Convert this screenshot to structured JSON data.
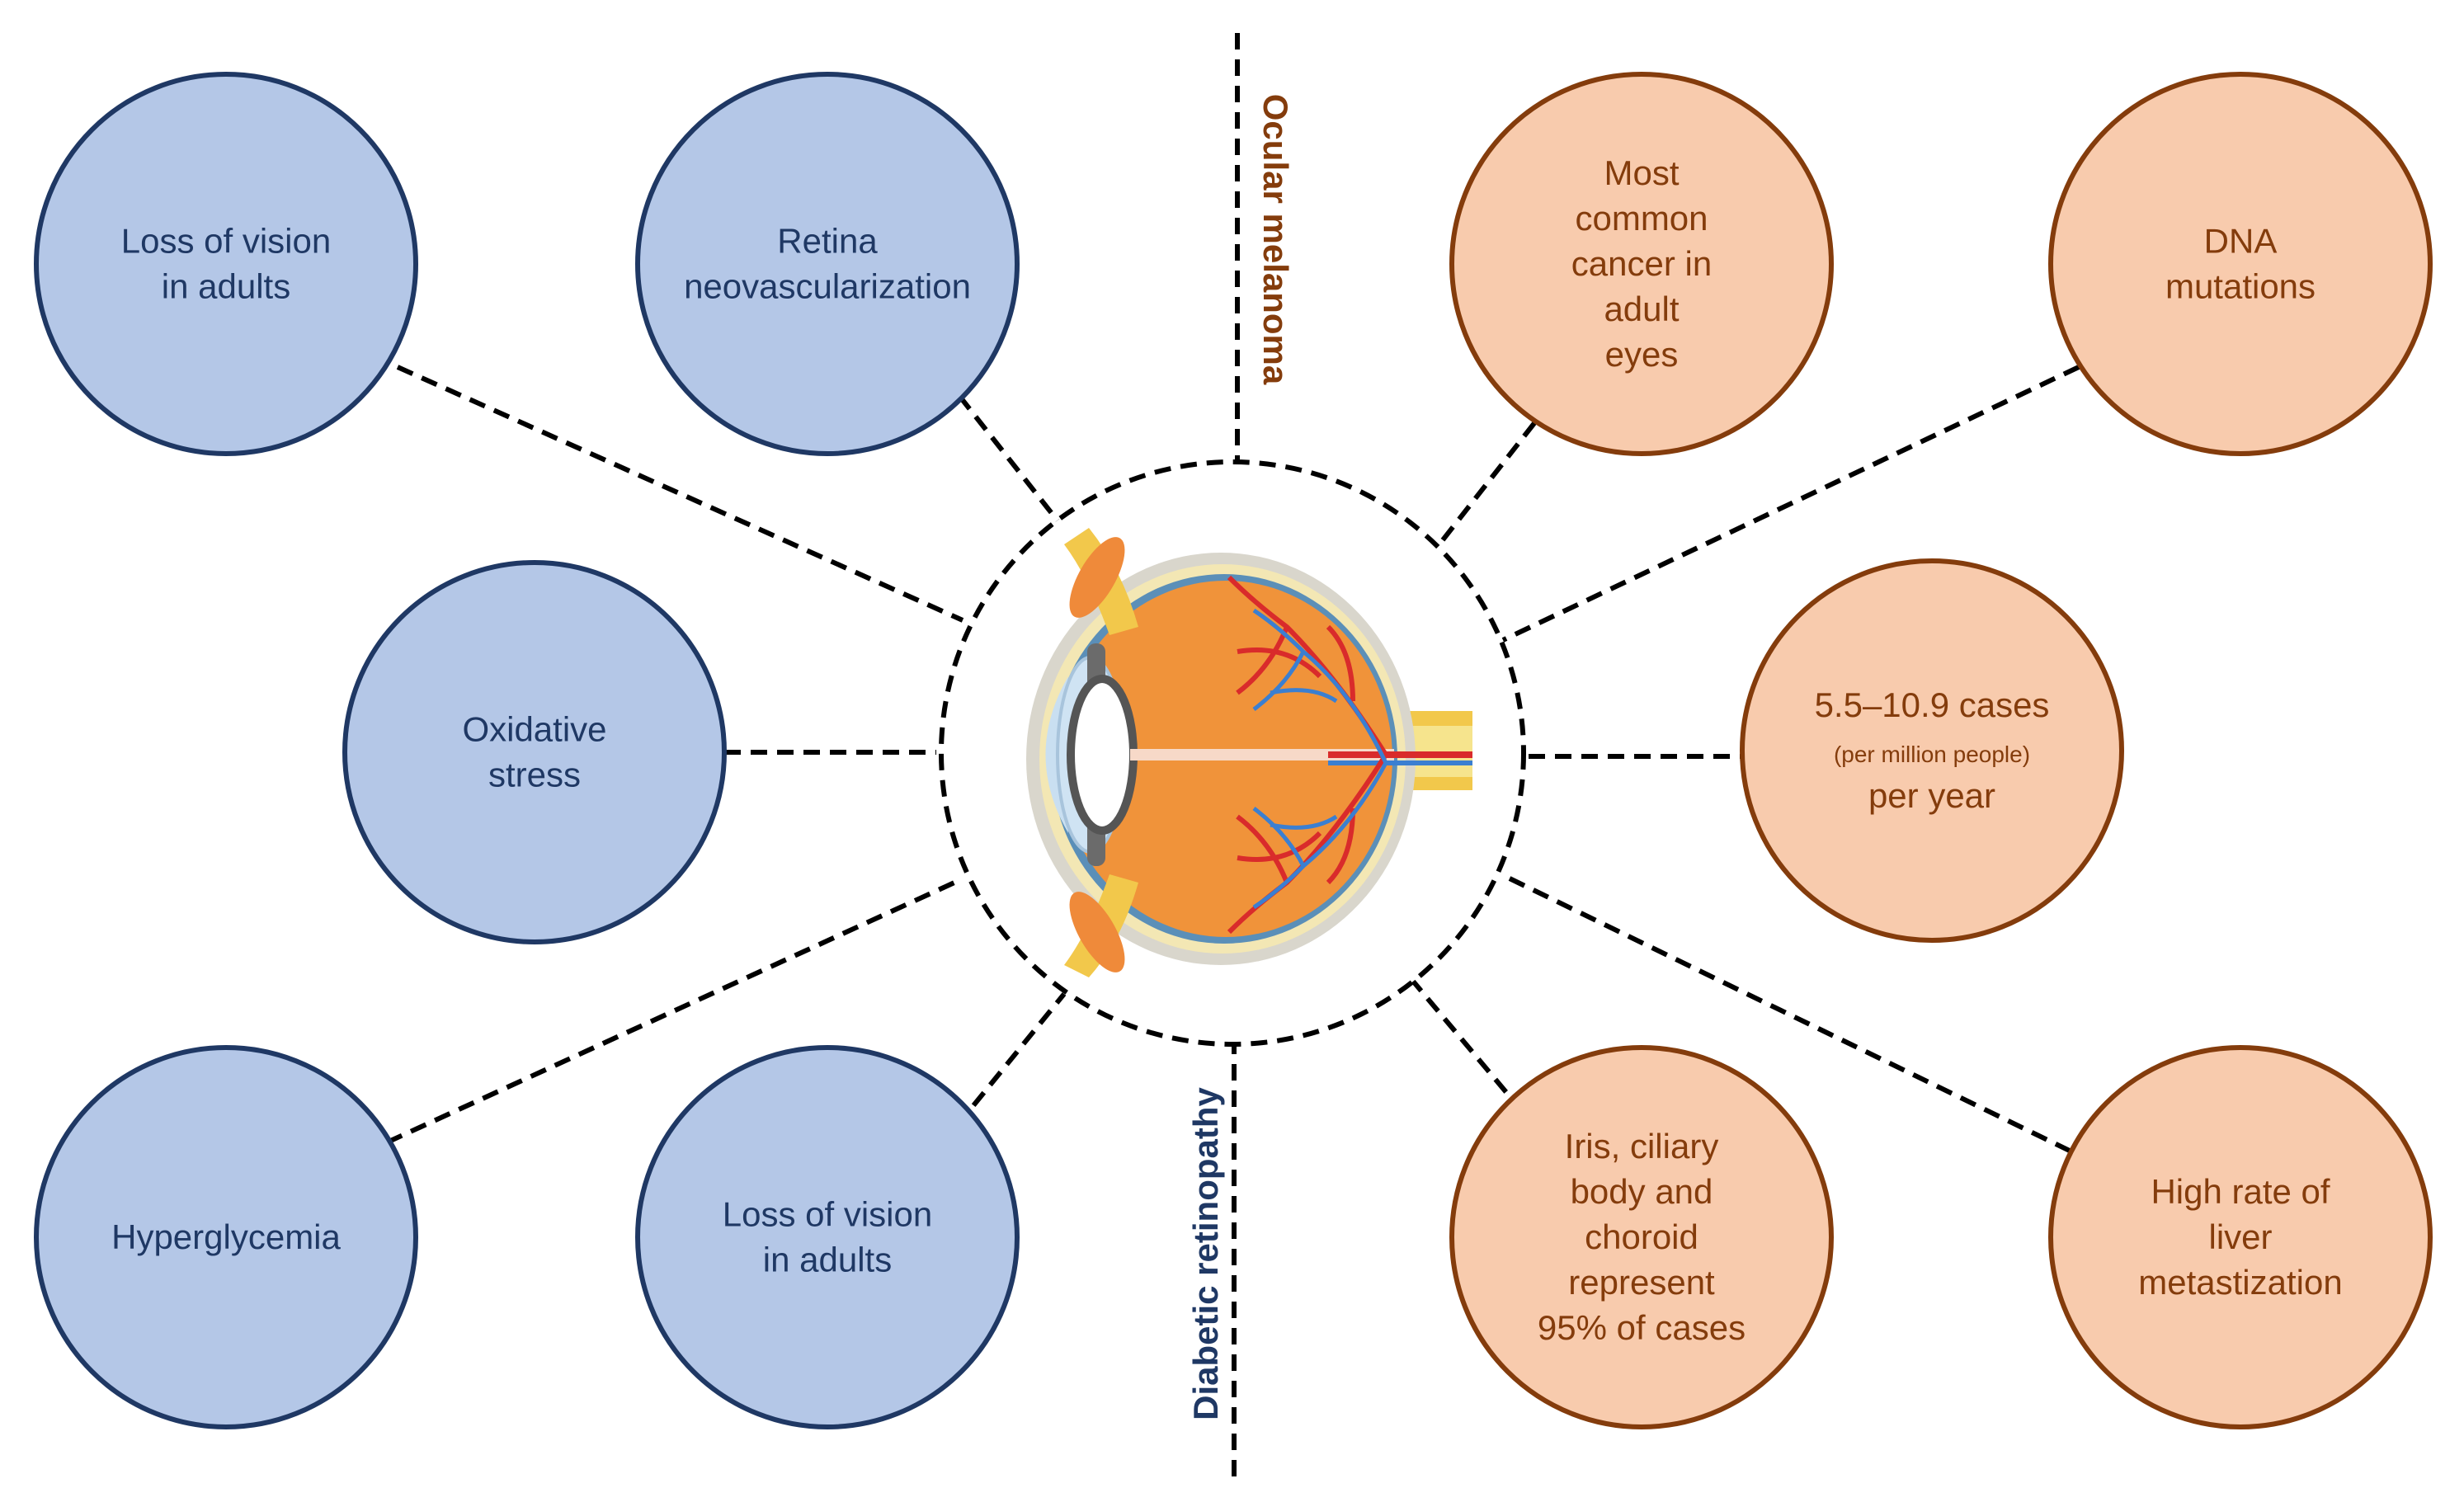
{
  "colors": {
    "retinopathy_fill": "#b4c7e7",
    "retinopathy_stroke": "#1f3864",
    "retinopathy_text": "#1f3864",
    "melanoma_fill": "#f8cbad",
    "melanoma_stroke": "#843c0c",
    "melanoma_text": "#843c0c",
    "connector": "#000000"
  },
  "labels": {
    "ocular_melanoma": "Ocular melanoma",
    "diabetic_retinopathy": "Diabetic retinopathy"
  },
  "central_icon": "eye-anatomy-icon",
  "retinopathy_nodes": [
    {
      "lines": [
        "Loss of vision",
        "in adults"
      ]
    },
    {
      "lines": [
        "Retina",
        "neovascularization"
      ]
    },
    {
      "lines": [
        "Oxidative",
        "stress"
      ]
    },
    {
      "lines": [
        "Hyperglycemia"
      ]
    },
    {
      "lines": [
        "Loss of vision",
        "in adults"
      ]
    }
  ],
  "melanoma_nodes": [
    {
      "lines": [
        "Most",
        "common",
        "cancer in",
        "adult",
        "eyes"
      ]
    },
    {
      "lines": [
        "DNA",
        "mutations"
      ]
    },
    {
      "lines": [
        "5.5–10.9 cases",
        "(per million people)",
        "per year"
      ]
    },
    {
      "lines": [
        "Iris, ciliary",
        "body and",
        "choroid",
        "represent",
        "95% of cases"
      ]
    },
    {
      "lines": [
        "High rate of",
        "liver",
        "metastization"
      ]
    }
  ]
}
